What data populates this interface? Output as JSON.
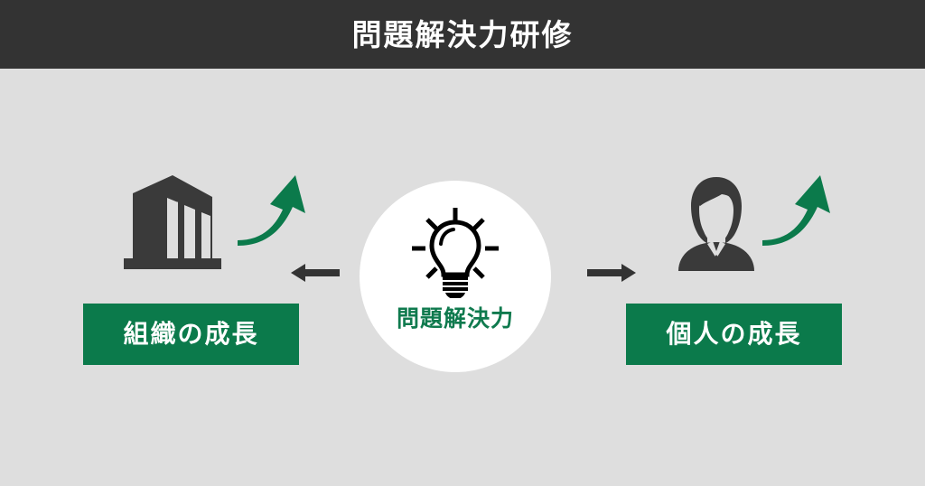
{
  "header": {
    "title": "問題解決力研修"
  },
  "colors": {
    "header_background": "#333333",
    "page_background": "#dedede",
    "accent_green": "#0b7a4b",
    "center_text_green": "#0f7a4e",
    "icon_dark": "#3a3a3a",
    "center_circle": "#ffffff",
    "arrow_dark": "#333333"
  },
  "diagram": {
    "type": "cycle",
    "center": {
      "label": "問題解決力",
      "icon": "lightbulb-icon",
      "shape": "circle"
    },
    "nodes": [
      {
        "id": "organization",
        "side": "left",
        "label": "組織の成長",
        "icon": "office-building-icon",
        "growth_icon": "green-curved-up-arrow-icon"
      },
      {
        "id": "individual",
        "side": "right",
        "label": "個人の成長",
        "icon": "businessperson-avatar-icon",
        "growth_icon": "green-curved-up-arrow-icon"
      }
    ],
    "connectors": [
      {
        "id": "center-to-organization",
        "icon": "arrow-left-icon",
        "direction": "left"
      },
      {
        "id": "center-to-individual",
        "icon": "arrow-right-icon",
        "direction": "right"
      }
    ]
  }
}
